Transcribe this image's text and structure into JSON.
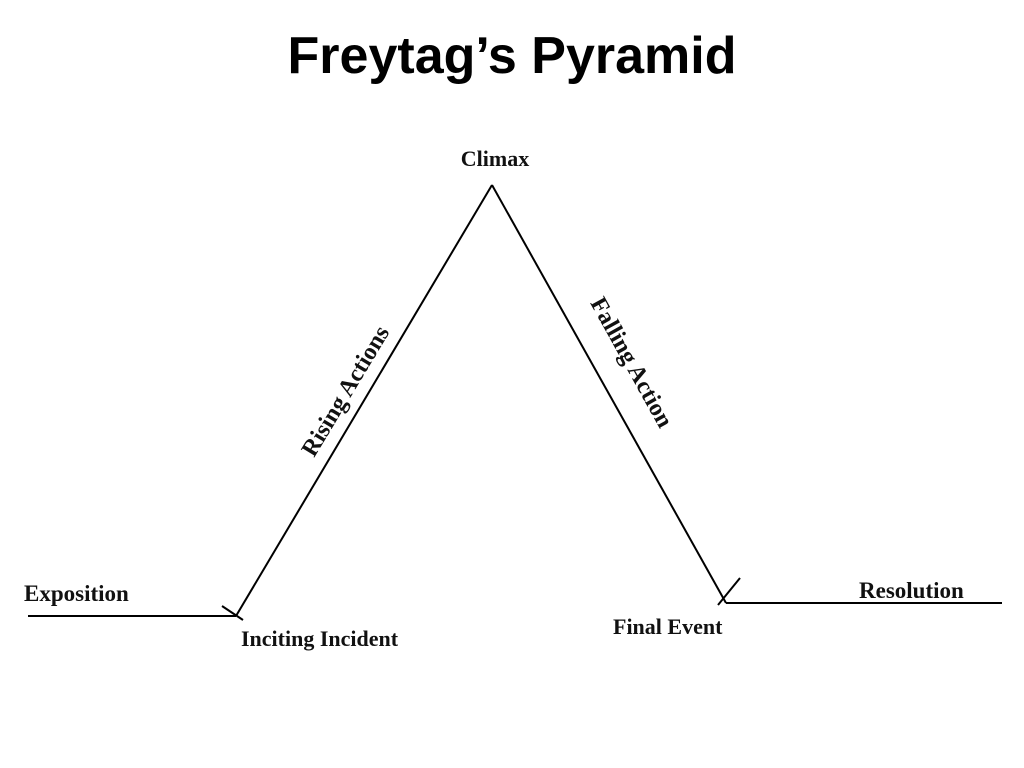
{
  "title": "Freytag’s Pyramid",
  "diagram": {
    "labels": {
      "climax": "Climax",
      "rising": "Rising Actions",
      "falling": "Falling Action",
      "exposition": "Exposition",
      "inciting": "Inciting Incident",
      "final_event": "Final Event",
      "resolution": "Resolution"
    },
    "line_color": "#000000",
    "text_color": "#111111"
  }
}
